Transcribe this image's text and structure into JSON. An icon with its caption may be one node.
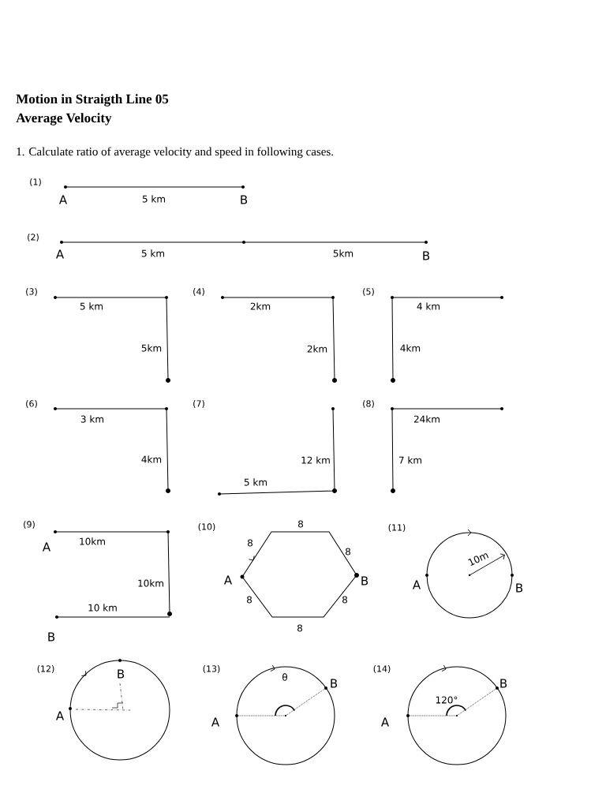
{
  "diagram": {
    "title": "Motion in Straigth Line 05",
    "labels": [
      "Average Velocity",
      "1. Calculate ratio of average velocity and speed in following cases.",
      "(1)",
      "A",
      "5 km",
      "B",
      "(2)",
      "A",
      "5 km",
      "5km",
      "B",
      "(3)",
      "5 km",
      "(4)",
      "2km",
      "(5)",
      "4 km",
      "5km",
      "2km",
      "4km",
      "(6)",
      "3 km",
      "(7)",
      "(8)",
      "24km",
      "4km",
      "12 km",
      "7 km",
      "5 km",
      "(9)",
      "(10)",
      "8",
      "(11)",
      "10km",
      "A",
      "8",
      "8",
      "10m",
      "A",
      "B",
      "A",
      "B",
      "10km",
      "10 km",
      "8",
      "8",
      "8",
      "B",
      "(12)",
      "(13)",
      "(14)",
      "B",
      "B",
      "B",
      "θ",
      "120°",
      "A",
      "A",
      "A"
    ]
  }
}
